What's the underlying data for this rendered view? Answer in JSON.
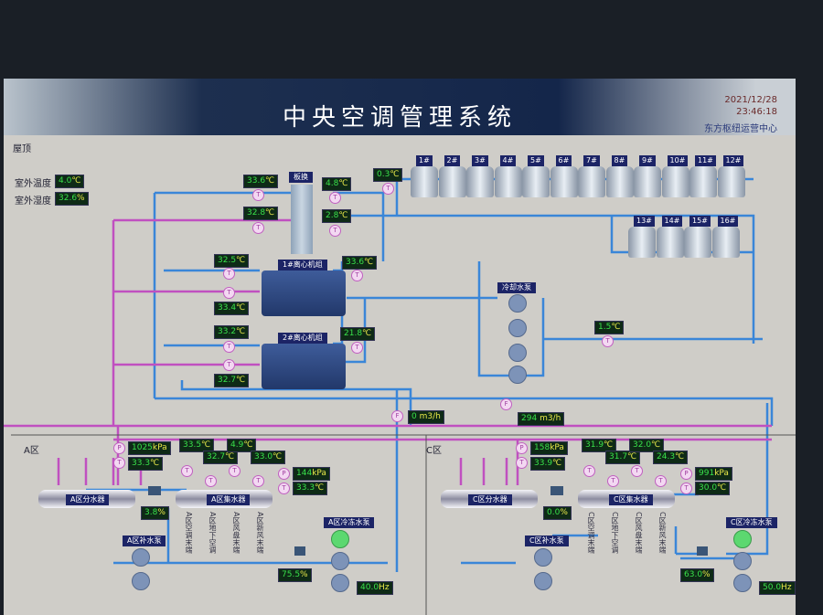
{
  "header": {
    "title": "中央空调管理系统",
    "date": "2021/12/28",
    "time": "23:46:18",
    "site": "东方枢纽运营中心"
  },
  "roof": {
    "section": "屋顶",
    "outdoor_temp_label": "室外温度",
    "outdoor_temp": "4.0",
    "outdoor_hum_label": "室外湿度",
    "outdoor_hum": "32.6",
    "phe_label": "板换",
    "phe_in_top": "33.6",
    "phe_in_bot": "32.8",
    "phe_out_top": "4.8",
    "phe_out_bot": "2.8",
    "tower_supply": "0.3",
    "towers": [
      "1#",
      "2#",
      "3#",
      "4#",
      "5#",
      "6#",
      "7#",
      "8#",
      "9#",
      "10#",
      "11#",
      "12#",
      "13#",
      "14#",
      "15#",
      "16#"
    ]
  },
  "chillers": [
    {
      "label": "1#离心机组",
      "in_top": "32.5",
      "in_bot": "33.4",
      "out": "33.6"
    },
    {
      "label": "2#离心机组",
      "in_top": "33.2",
      "in_bot": "32.7",
      "out": "21.8"
    }
  ],
  "cooling_pump_label": "冷却水泵",
  "return_temp": "1.5",
  "flow1": "0",
  "flow2": "294",
  "units": {
    "c": "℃",
    "pct": "%",
    "kpa": "kPa",
    "hz": "Hz",
    "flow": "m3/h"
  },
  "zoneA": {
    "label": "A区",
    "pressure": "1025",
    "temp": "33.3",
    "dist": "A区分水器",
    "coll": "A区集水器",
    "valve": "3.8",
    "branch_temps": [
      "33.5",
      "32.7",
      "4.9",
      "33.0"
    ],
    "branches": [
      "A区空调末端",
      "A区地下空调",
      "A区风盘末端",
      "A区新风末端"
    ],
    "ret_pressure": "144",
    "ret_temp": "33.3",
    "makeup": "A区补水泵",
    "pumps": "A区冷冻水泵",
    "valve2": "75.5",
    "freq": "40.0"
  },
  "zoneC": {
    "label": "C区",
    "pressure": "158",
    "temp": "33.9",
    "dist": "C区分水器",
    "coll": "C区集水器",
    "valve": "0.0",
    "branch_temps": [
      "31.9",
      "31.7",
      "32.0",
      "24.3"
    ],
    "branches": [
      "C区空调末端",
      "C区地下空调",
      "C区风盘末端",
      "C区新风末端"
    ],
    "ret_pressure": "991",
    "ret_temp": "30.0",
    "makeup": "C区补水泵",
    "pumps": "C区冷冻水泵",
    "valve2": "63.0",
    "freq": "50.0"
  },
  "colors": {
    "pipe_cold": "#3a86d8",
    "pipe_hot": "#c050c0",
    "value_bg": "#0e2a16",
    "value_fg": "#39e04a"
  }
}
